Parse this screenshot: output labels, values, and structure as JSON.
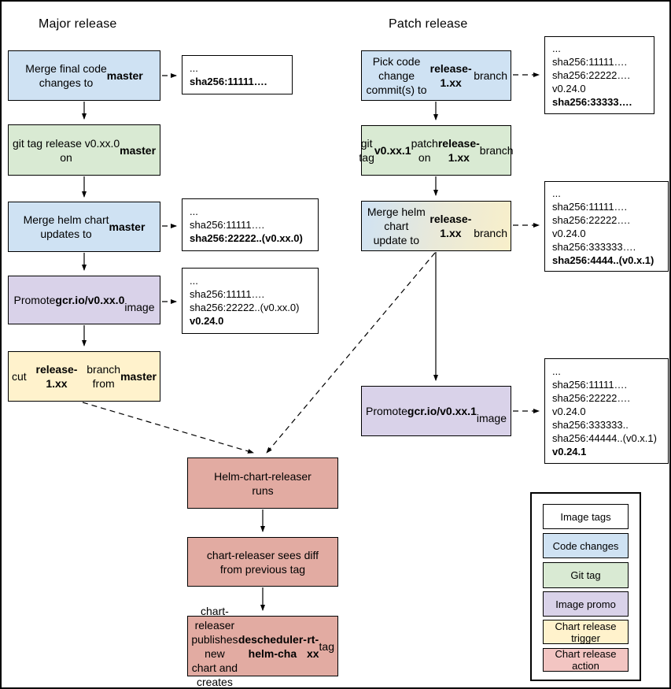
{
  "titles": {
    "major": "Major release",
    "patch": "Patch release"
  },
  "colors": {
    "image_tags": "#ffffff",
    "code_changes": "#cfe2f3",
    "git_tag": "#d9ead3",
    "image_promo": "#d9d2e9",
    "chart_release_trigger": "#fff2cc",
    "chart_release_action": "#e2aba2",
    "legend_chart_release_action": "#f3c5c2",
    "merge_patch_gradient": "linear-gradient(100deg, #cfe2f3 0%, #e9e9d9 50%, #f8efca 100%)",
    "line": "#000000"
  },
  "major": {
    "steps": [
      {
        "label_html": "Merge final code<br>changes to <b>master</b>"
      },
      {
        "label_html": "git tag release v0.xx.0<br>on <b>master</b>"
      },
      {
        "label_html": "Merge helm chart<br>updates to <b>master</b>"
      },
      {
        "label_html": "Promote <b>gcr.io/v0.xx.0</b><br>image"
      },
      {
        "label_html": "cut <b>release-1.xx</b> branch<br>from <b>master</b>"
      }
    ],
    "tags": [
      {
        "lines_html": "...<br><b>sha256:11111….</b>"
      },
      {
        "lines_html": "...<br>sha256:11111….<br><b>sha256:22222..(v0.xx.0)</b>"
      },
      {
        "lines_html": "...<br>sha256:11111….<br>sha256:22222..(v0.xx.0)<br><b>v0.24.0</b>"
      }
    ]
  },
  "patch": {
    "steps": [
      {
        "label_html": "Pick code change<br>commit(s) to<br><b>release-1.xx</b> branch"
      },
      {
        "label_html": "git tag <b>v0.xx.1</b> patch on<br><b>release-1.xx</b> branch"
      },
      {
        "label_html": "Merge helm chart<br>update to <b>release-1.xx</b><br>branch"
      },
      {
        "label_html": "Promote <b>gcr.io/v0.xx.1</b><br>image"
      }
    ],
    "tags": [
      {
        "lines_html": "...<br>sha256:11111….<br>sha256:22222….<br>v0.24.0<br><b>sha256:33333….</b>"
      },
      {
        "lines_html": "...<br>sha256:11111….<br>sha256:22222….<br>v0.24.0<br>sha256:333333….<br><b>sha256:4444..(v0.x.1)</b>"
      },
      {
        "lines_html": "...<br>sha256:11111….<br>sha256:22222….<br>v0.24.0<br>sha256:333333..<br>sha256:44444..(v0.x.1)<br><b>v0.24.1</b>"
      }
    ]
  },
  "chart_release": {
    "steps": [
      {
        "label_html": "Helm-chart-releaser<br>runs"
      },
      {
        "label_html": "chart-releaser sees diff<br>from previous tag"
      },
      {
        "label_html": "chart-releaser publishes<br>new chart and creates<br><b>descheduler-helm-cha</b><br><b>rt-xx</b> tag"
      }
    ]
  },
  "legend": {
    "items": [
      {
        "label_html": "Image tags",
        "color": "#ffffff"
      },
      {
        "label_html": "Code changes",
        "color": "#cfe2f3"
      },
      {
        "label_html": "Git tag",
        "color": "#d9ead3"
      },
      {
        "label_html": "Image promo",
        "color": "#d9d2e9"
      },
      {
        "label_html": "Chart release<br>trigger",
        "color": "#fff2cc"
      },
      {
        "label_html": "Chart release<br>action",
        "color": "#f3c5c2"
      }
    ]
  }
}
